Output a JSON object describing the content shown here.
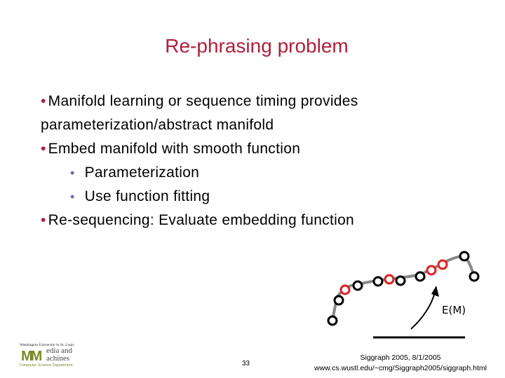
{
  "slide": {
    "title": "Re-phrasing problem",
    "bullets": [
      "Manifold learning or sequence timing provides",
      "parameterization/abstract manifold",
      "Embed manifold with smooth function",
      "Parameterization",
      "Use function fitting",
      "Re-sequencing: Evaluate embedding function"
    ]
  },
  "diagram": {
    "label": "E(M)",
    "colors": {
      "curve": "#888888",
      "point": "#000000",
      "highlight": "#e02020",
      "arrow": "#000000"
    }
  },
  "footer": {
    "logo_university": "Washington University in St. Louis",
    "logo_mark": "MM",
    "logo_word1": "edia and",
    "logo_word2": "achines",
    "logo_dept": "Computer Science Department",
    "page_number": "33",
    "conference": "Siggraph 2005, 8/1/2005",
    "url": "www.cs.wustl.edu/~cmg/Siggraph2005/siggraph.html"
  }
}
